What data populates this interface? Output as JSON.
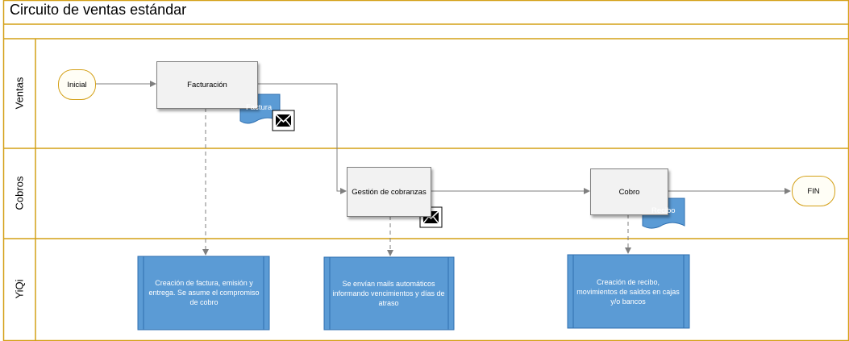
{
  "title": "Circuito de ventas estándar",
  "lanes": [
    "Ventas",
    "Cobros",
    "YiQi"
  ],
  "nodes": {
    "inicial": "Inicial",
    "facturacion": "Facturación",
    "factura_doc": "Factura",
    "gestion": "Gestión de cobranzas",
    "cobro": "Cobro",
    "recibo_doc": "Recibo",
    "fin": "FIN"
  },
  "notes": [
    "Creación de factura, emisión y entrega. Se asume el compromiso de cobro",
    "Se envían mails automáticos informando vencimientos y días de atraso",
    "Creación de recibo, movimientos de saldos en cajas y/o bancos"
  ],
  "colors": {
    "lane_border": "#d4a017",
    "note_fill": "#5b9bd5",
    "note_border": "#2f6fb0",
    "process_fill": "#f2f2f2",
    "arrow": "#7f7f7f"
  },
  "icons": {
    "mail": "envelope-icon"
  }
}
